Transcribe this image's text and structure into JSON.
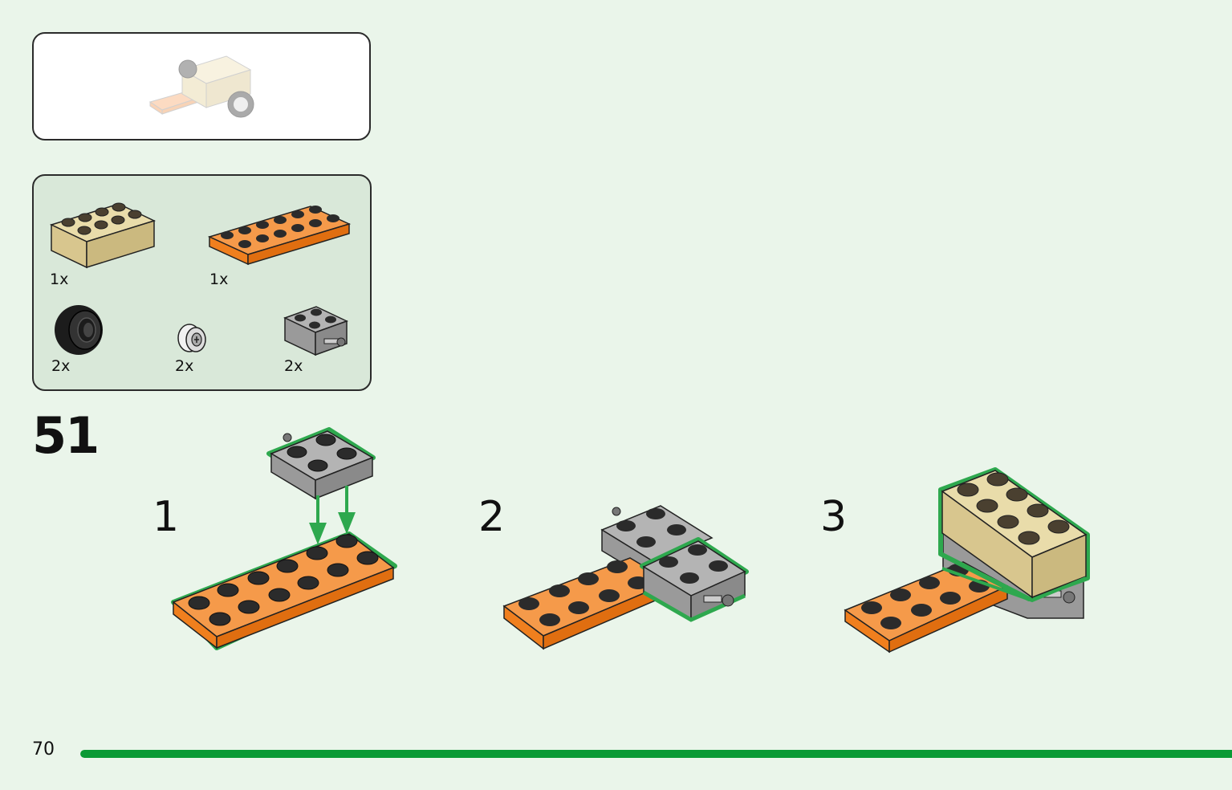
{
  "page": {
    "background": "#eaf5ea",
    "step_number": "51",
    "page_number": "70",
    "progress": 1.0,
    "progress_color": "#0a9a35",
    "highlight_color": "#2ea84e"
  },
  "parts": [
    {
      "name": "tan-brick-2x4",
      "qty": "1x",
      "color": "#d8c68e"
    },
    {
      "name": "orange-plate-2x6",
      "qty": "1x",
      "color": "#f07f1e"
    },
    {
      "name": "black-tire",
      "qty": "2x",
      "color": "#1c1c1c"
    },
    {
      "name": "white-wheel-rim",
      "qty": "2x",
      "color": "#e6e6e6"
    },
    {
      "name": "gray-wheel-holder",
      "qty": "2x",
      "color": "#9a9a9a"
    }
  ],
  "sub_steps": [
    {
      "label": "1"
    },
    {
      "label": "2"
    },
    {
      "label": "3"
    }
  ]
}
